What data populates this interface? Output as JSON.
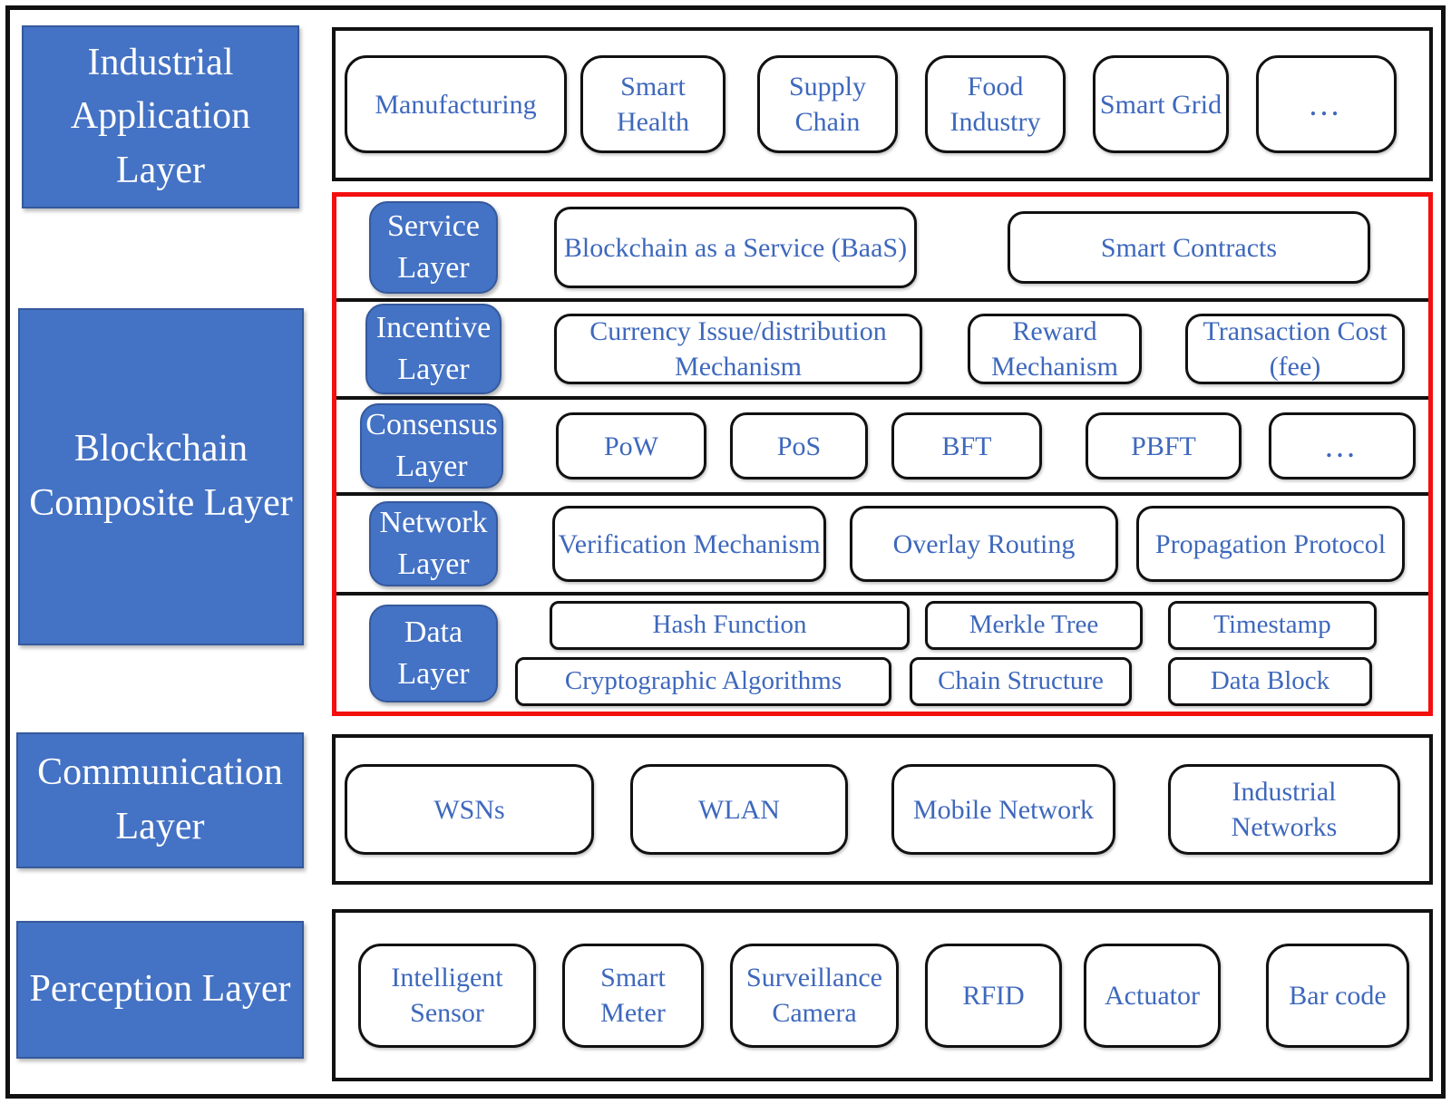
{
  "colors": {
    "layer_fill_blue": "#4472C4",
    "item_text_blue": "#3E68BC",
    "composite_border_red": "#F40F0F",
    "panel_border_black": "#111111"
  },
  "left_layers": {
    "industrial_application": {
      "label": "Industrial Application Layer"
    },
    "blockchain_composite": {
      "label": "Blockchain Composite Layer"
    },
    "communication": {
      "label": "Communication Layer"
    },
    "perception": {
      "label": "Perception Layer"
    }
  },
  "application_layer": {
    "items": [
      "Manufacturing",
      "Smart Health",
      "Supply Chain",
      "Food Industry",
      "Smart Grid",
      "…"
    ]
  },
  "composite_layer": {
    "rows": [
      {
        "label": "Service Layer",
        "items": [
          "Blockchain as a Service (BaaS)",
          "Smart Contracts"
        ]
      },
      {
        "label": "Incentive Layer",
        "items": [
          "Currency Issue/distribution Mechanism",
          "Reward Mechanism",
          "Transaction Cost (fee)"
        ]
      },
      {
        "label": "Consensus Layer",
        "items": [
          "PoW",
          "PoS",
          "BFT",
          "PBFT",
          "…"
        ]
      },
      {
        "label": "Network Layer",
        "items": [
          "Verification Mechanism",
          "Overlay Routing",
          "Propagation Protocol"
        ]
      },
      {
        "label": "Data Layer",
        "items_row1": [
          "Hash Function",
          "Merkle Tree",
          "Timestamp"
        ],
        "items_row2": [
          "Cryptographic Algorithms",
          "Chain Structure",
          "Data Block"
        ]
      }
    ]
  },
  "communication_layer": {
    "items": [
      "WSNs",
      "WLAN",
      "Mobile Network",
      "Industrial Networks"
    ]
  },
  "perception_layer": {
    "items": [
      "Intelligent Sensor",
      "Smart Meter",
      "Surveillance Camera",
      "RFID",
      "Actuator",
      "Bar code"
    ]
  }
}
